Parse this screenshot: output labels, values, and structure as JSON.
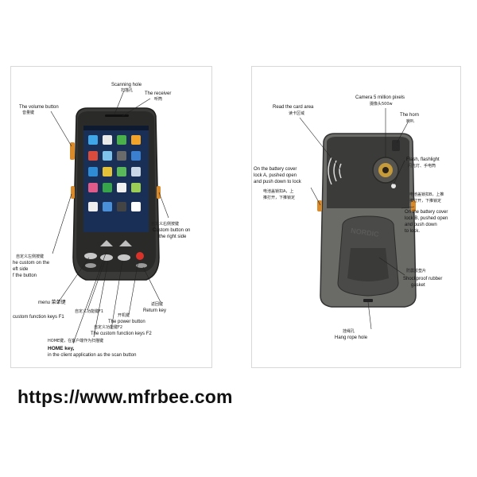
{
  "front": {
    "labels": {
      "scanning_hole": "Scanning hole",
      "scanning_hole_cn": "扫描孔",
      "receiver": "The receiver",
      "receiver_cn": "听筒",
      "volume_button": "The volume button",
      "volume_button_cn": "音量键",
      "custom_right_cn": "自定义右侧按键",
      "custom_right": "Custom button on",
      "custom_right_2": "the right side",
      "custom_left_cn": "自定义左侧按键",
      "custom_left": "he custom on the",
      "custom_left_2": "eft side",
      "custom_left_3": "f the button",
      "menu": "menu 菜单键",
      "custom_f1_cn": "自定义功能键F1",
      "custom_f1": "custom function keys F1",
      "return_cn": "返回键",
      "return_key": "Return key",
      "power_cn": "开机键",
      "power_button": "The power button",
      "custom_f2_cn": "自定义功能键F2",
      "custom_f2": "The custom function keys F2",
      "home_cn": "HOME键，在客户端作为扫描键",
      "home_key": "HOME key,",
      "home_key_2": "in the client application as the scan button"
    }
  },
  "back": {
    "labels": {
      "card_area": "Read the card area",
      "card_area_cn": "读卡区域",
      "camera": "Camera 5 million pixels",
      "camera_cn": "摄像头500w",
      "horn": "The horn",
      "horn_cn": "喇叭",
      "flash": "Flash, flashlight",
      "flash_cn": "闪光灯、手电筒",
      "lock_a": "On the battery cover",
      "lock_a_2": "lock A, pushed open",
      "lock_a_3": "and push down to lock",
      "lock_a_cn": "电池盖锁扣A，上",
      "lock_a_cn_2": "推打开，下推锁定",
      "lock_b_cn": "电池盖锁扣B，上推",
      "lock_b_cn_2": "推打开，下推锁定",
      "lock_b": "On the battery cover",
      "lock_b_2": "lock B, pushed open",
      "lock_b_3": "and push down",
      "lock_b_4": "to lock.",
      "gasket_cn": "防震胶垫片",
      "gasket": "Shockproof rubber",
      "gasket_2": "gasket",
      "rope_cn": "挂绳孔",
      "rope_hole": "Hang rope hole",
      "brand": "NORDIC"
    }
  },
  "website": "https://www.mfrbee.com"
}
